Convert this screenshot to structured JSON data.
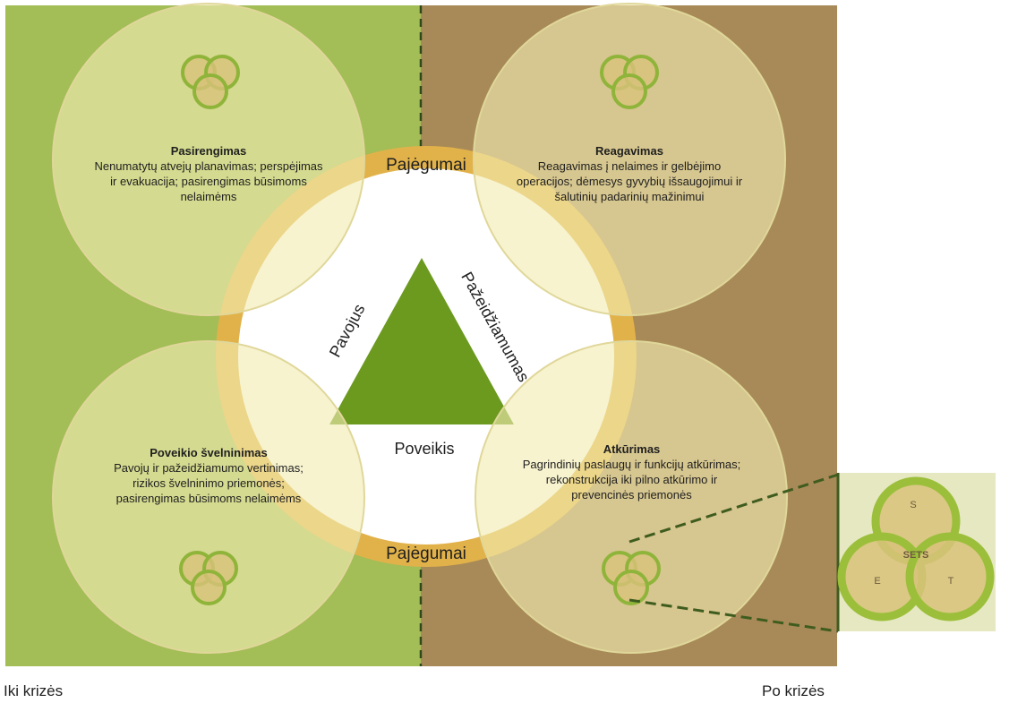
{
  "capacity_label_top": "Pajėgumai",
  "capacity_label_bottom": "Pajėgumai",
  "triangle": {
    "left_label": "Pavojus",
    "right_label": "Pažeidžiamumas",
    "bottom_label": "Poveikis"
  },
  "phases": {
    "preparedness": {
      "title": "Pasirengimas",
      "description": "Nenumatytų atvejų planavimas; perspėjimas ir evakuacija; pasirengimas būsimoms nelaimėms"
    },
    "response": {
      "title": "Reagavimas",
      "description": "Reagavimas į nelaimes ir gelbėjimo operacijos; dėmesys gyvybių išsaugojimui ir šalutinių padarinių mažinimui"
    },
    "mitigation": {
      "title": "Poveikio švelninimas",
      "description": "Pavojų ir pažeidžiamumo vertinimas; rizikos švelninimo priemonės; pasirengimas būsimoms nelaimėms"
    },
    "recovery": {
      "title": "Atkūrimas",
      "description": "Pagrindinių paslaugų ir funkcijų atkūrimas; rekonstrukcija iki pilno atkūrimo ir prevencinės priemonės"
    }
  },
  "sets_legend": {
    "center": "SETS",
    "s": "S",
    "e": "E",
    "t": "T"
  },
  "timeline": {
    "before": "Iki krizės",
    "after": "Po krizės"
  },
  "colors": {
    "before_bg": "#a3bd57",
    "after_bg": "#a88a58",
    "ring": "#e2b24a",
    "triangle": "#6b9a1f",
    "circle_fill": "#efe6a8",
    "venn_ring": "#9cbf3b"
  }
}
